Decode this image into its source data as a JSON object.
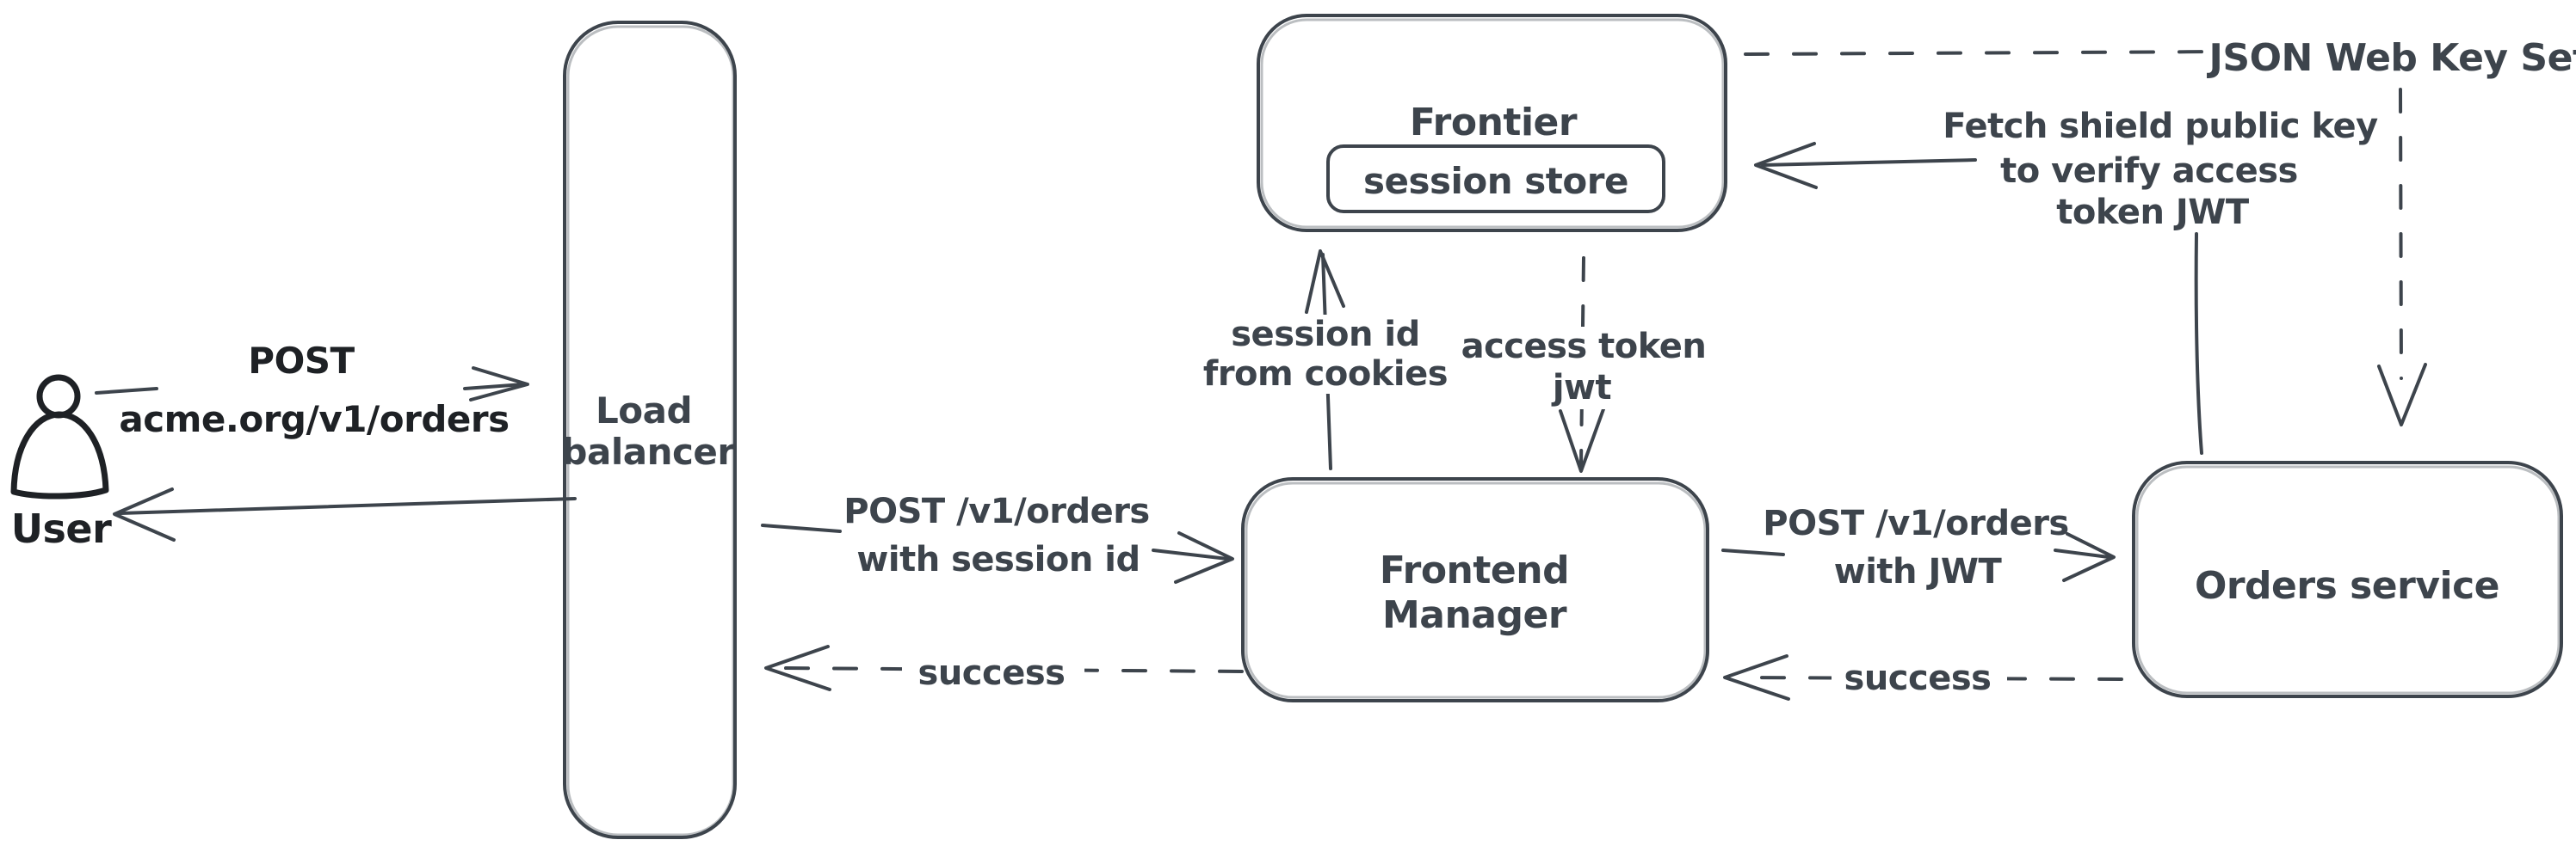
{
  "diagram": {
    "type": "hand-drawn-architecture-diagram",
    "colors": {
      "background": "#ffffff",
      "stroke": "#3d444c",
      "user_stroke": "#1e2125",
      "hatch_fill": "#ccd6e2"
    },
    "nodes": {
      "user": {
        "label": "User",
        "icon": "person-icon"
      },
      "load_balancer": {
        "lines": [
          "Load",
          "balancer"
        ]
      },
      "frontier": {
        "label": "Frontier"
      },
      "session_store": {
        "label": "session store"
      },
      "frontend_manager": {
        "lines": [
          "Frontend",
          "Manager"
        ]
      },
      "orders_service": {
        "label": "Orders service"
      },
      "jwks": {
        "label": "JSON Web Key Set"
      }
    },
    "edges": {
      "user_post": {
        "style": "solid",
        "from": "user",
        "to": "load_balancer",
        "lines": [
          "POST",
          "acme.org/v1/orders"
        ]
      },
      "lb_return": {
        "style": "solid",
        "from": "load_balancer",
        "to": "user",
        "label": ""
      },
      "lb_post": {
        "style": "solid",
        "from": "load_balancer",
        "to": "frontend_manager",
        "lines": [
          "POST /v1/orders",
          "with session id"
        ]
      },
      "lb_success": {
        "style": "dashed",
        "from": "frontend_manager",
        "to": "load_balancer",
        "label": "success"
      },
      "session_id": {
        "style": "solid",
        "from": "frontend_manager",
        "to": "frontier",
        "lines": [
          "session id",
          "from cookies"
        ]
      },
      "access_token": {
        "style": "dashed",
        "from": "frontier",
        "to": "frontend_manager",
        "lines": [
          "access token",
          "jwt"
        ]
      },
      "fm_post": {
        "style": "solid",
        "from": "frontend_manager",
        "to": "orders_service",
        "lines": [
          "POST /v1/orders",
          "with JWT"
        ]
      },
      "fm_success": {
        "style": "dashed",
        "from": "orders_service",
        "to": "frontend_manager",
        "label": "success"
      },
      "frontier_jwks": {
        "style": "dashed",
        "from": "frontier",
        "to": "jwks",
        "label": ""
      },
      "jwks_orders": {
        "style": "dashed",
        "from": "jwks",
        "to": "orders_service",
        "label": ""
      },
      "fetch_key": {
        "style": "solid",
        "from": "orders_service",
        "to": "frontier",
        "lines": [
          "Fetch shield public key",
          "to verify access",
          "token JWT"
        ]
      }
    }
  }
}
